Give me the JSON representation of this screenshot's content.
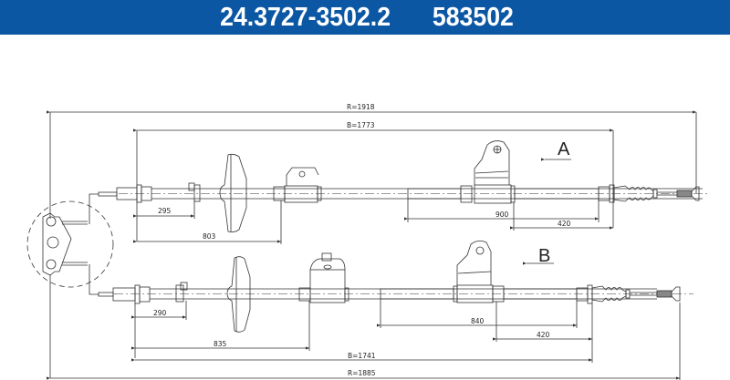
{
  "header": {
    "part_number": "24.3727-3502.2",
    "ref_number": "583502",
    "background_color": "#0b57a4",
    "text_color": "#ffffff"
  },
  "diagram": {
    "type": "parking-brake-cable-technical-drawing",
    "cable_a": {
      "label": "A",
      "dims": {
        "total": "R=1918",
        "sheath": "B=1773",
        "d1": "295",
        "d2": "803",
        "d3": "900",
        "d4": "420"
      }
    },
    "cable_b": {
      "label": "B",
      "dims": {
        "total": "R=1885",
        "sheath": "B=1741",
        "d1": "290",
        "d2": "835",
        "d3": "840",
        "d4": "420"
      }
    }
  }
}
